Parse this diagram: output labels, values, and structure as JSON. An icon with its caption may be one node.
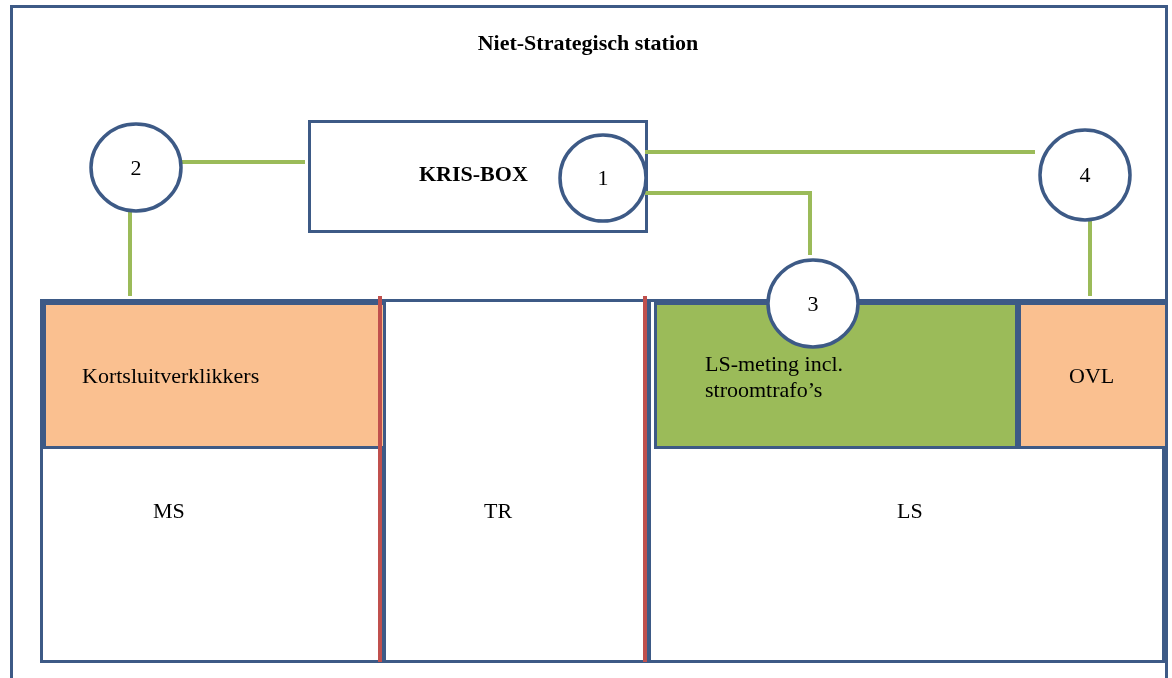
{
  "diagram": {
    "nodes": [
      {
        "text": [
          "Niet-Strategisch station"
        ]
      },
      {
        "text": [
          "KRIS-BOX"
        ],
        "in": 0
      },
      {
        "text": [
          "1"
        ],
        "in": 1
      },
      {
        "text": [
          "2"
        ],
        "in": 0
      },
      {
        "text": [
          "4"
        ],
        "in": 0
      },
      {
        "text": [
          "3"
        ],
        "in": 0
      },
      {
        "text": [
          "MS"
        ],
        "in": 0
      },
      {
        "text": [
          "Kortsluitverklikkers"
        ],
        "in": 6
      },
      {
        "text": [
          "TR"
        ],
        "in": 0
      },
      {
        "text": [
          "LS"
        ],
        "in": 0
      },
      {
        "text": [
          "LS-meting incl. stroomtrafo’s"
        ],
        "in": 9
      },
      {
        "text": [
          "OVL"
        ],
        "in": 9
      }
    ],
    "edges": [
      {
        "from": 3,
        "to": 1,
        "arrow": "none"
      },
      {
        "from": 3,
        "to": 7,
        "arrow": "none"
      },
      {
        "from": 1,
        "to": 4,
        "arrow": "none"
      },
      {
        "from": 1,
        "to": 5,
        "arrow": "none"
      },
      {
        "from": 4,
        "to": 11,
        "arrow": "none"
      }
    ]
  }
}
